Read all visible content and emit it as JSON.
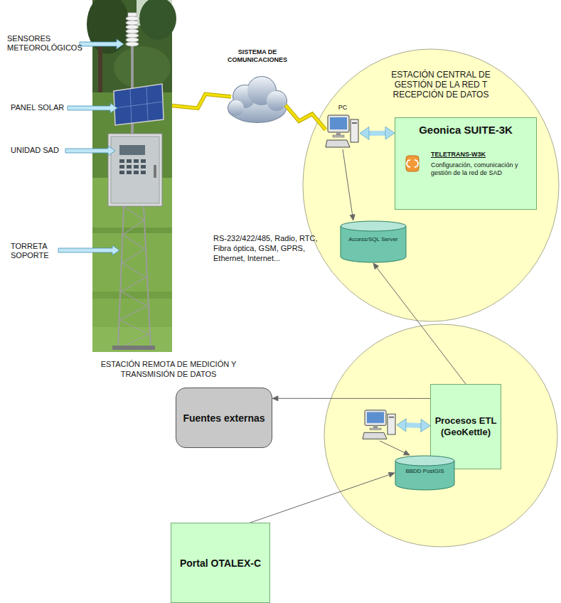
{
  "diagram": {
    "nodes": [
      {
        "text": [
          "ESTACIÓN REMOTA DE MEDICIÓN Y TRANSMISIÓN DE DATOS"
        ]
      },
      {
        "text": [
          "SISTEMA DE COMUNICACIONES"
        ]
      },
      {
        "text": [
          "ESTACIÓN CENTRAL DE GESTIÓN DE LA RED T RECEPCIÓN DE DATOS"
        ]
      },
      {
        "text": [
          "PC"
        ],
        "in": 2
      },
      {
        "text": [
          "Geonica SUITE-3K",
          "TELETRANS-W3K",
          "Configuración, comunicación y gestión de la red de SAD"
        ],
        "in": 2
      },
      {
        "text": [
          "Access/SQL Server"
        ],
        "in": 2
      },
      {
        "text": [
          "Fuentes externas"
        ]
      },
      {
        "text": []
      },
      {
        "text": [],
        "in": 7
      },
      {
        "text": [
          "Procesos ETL (GeoKettle)"
        ],
        "in": 7
      },
      {
        "text": [
          "BBDD PostGIS"
        ],
        "in": 7
      },
      {
        "text": [
          "Portal OTALEX-C"
        ]
      }
    ],
    "edges": [
      {
        "from": 0,
        "to": 1,
        "arrow": "none"
      },
      {
        "from": 1,
        "to": 3,
        "arrow": "none"
      },
      {
        "from": 3,
        "to": 4,
        "arrow": "both"
      },
      {
        "from": 3,
        "to": 5,
        "arrow": "to"
      },
      {
        "from": 9,
        "to": 5,
        "arrow": "to"
      },
      {
        "from": 9,
        "to": 6,
        "arrow": "to"
      },
      {
        "from": 8,
        "to": 9,
        "arrow": "both"
      },
      {
        "from": 8,
        "to": 10,
        "arrow": "to"
      },
      {
        "from": 11,
        "to": 10,
        "arrow": "to"
      }
    ],
    "labels": [
      "SENSORES METEOROLÓGICOS",
      "PANEL SOLAR",
      "UNIDAD SAD",
      "TORRETA SOPORTE",
      "RS-232/422/485, Radio, RTC, Fibra óptica, GSM, GPRS, Ethernet, Internet..."
    ]
  }
}
